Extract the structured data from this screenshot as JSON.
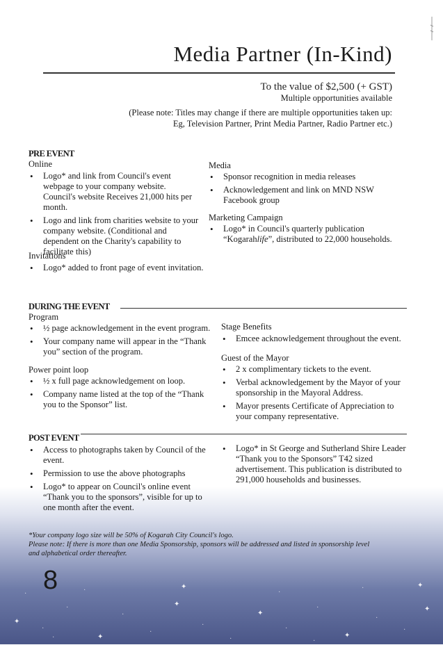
{
  "title": "Media Partner (In-Kind)",
  "value": "To the value of $2,500 (+ GST)",
  "multiple": "Multiple opportunities available",
  "note_line1": "(Please note: Titles may change if there are multiple opportunities taken up:",
  "note_line2": "Eg, Television Partner, Print Media Partner,  Radio Partner etc.)",
  "pre_event": {
    "heading": "PRE EVENT",
    "online": {
      "label": "Online",
      "items": [
        "Logo* and link from Council's event webpage to your company website. Council's website Receives 21,000 hits per month.",
        "Logo and link from charities website to your company website. (Conditional and dependent on the Charity's capability to facilitate this)"
      ]
    },
    "invitations": {
      "label": "Invitations",
      "items": [
        "Logo* added to front page of event invitation."
      ]
    },
    "media": {
      "label": "Media",
      "items": [
        "Sponsor recognition in media releases",
        "Acknowledgement and link on MND NSW Facebook group"
      ]
    },
    "marketing": {
      "label": "Marketing Campaign",
      "item_prefix": "Logo* in Council's quarterly publication “Kogarah",
      "item_italic": "life",
      "item_suffix": "”, distributed to 22,000 households."
    }
  },
  "during_event": {
    "heading": "DURING THE EVENT",
    "program": {
      "label": "Program",
      "items": [
        "½ page acknowledgement in the event program.",
        "Your company name will appear in the “Thank you” section of the program."
      ]
    },
    "powerpoint": {
      "label": "Power point loop",
      "items": [
        "½ x full page acknowledgement on loop.",
        "Company name listed at the top of the “Thank you to the Sponsor” list."
      ]
    },
    "stage": {
      "label": "Stage Benefits",
      "items": [
        "Emcee acknowledgement throughout the event."
      ]
    },
    "guest": {
      "label": "Guest of the Mayor",
      "items": [
        "2 x complimentary tickets to the event.",
        "Verbal acknowledgement by the Mayor of your sponsorship in the Mayoral Address.",
        "Mayor presents Certificate of Appreciation to your company representative."
      ]
    }
  },
  "post_event": {
    "heading": "POST EVENT",
    "left_items": [
      "Access to photographs taken by Council of the event.",
      "Permission to use the above photographs",
      "Logo* to appear on Council's online event “Thank you to the sponsors”, visible for up to one month after the event."
    ],
    "right_items": [
      "Logo* in St George and Sutherland Shire Leader “Thank you to the Sponsors” T42 sized advertisement. This publication is distributed to 291,000 households and businesses."
    ]
  },
  "footnote1": "*Your company logo size will be 50% of Kogarah City Council's logo.",
  "footnote2": "Please note: If there is more than one Media Sponsorship, sponsors will be addressed and listed in sponsorship level",
  "footnote3": "and alphabetical order thereafter.",
  "page_number": "8"
}
